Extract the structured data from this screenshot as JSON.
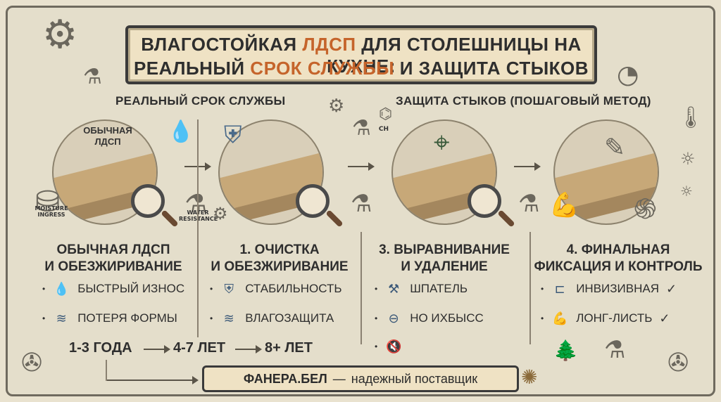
{
  "title": {
    "line1": "ВЛАГОСТОЙКАЯ ЛДСП ДЛЯ СТОЛЕШНИЦЫ НА КУХНЕ:",
    "line1_accent": "ЛДСП",
    "line2_pre": "РЕАЛЬНЫЙ ",
    "line2_accent": "СРОК СЛУЖБЫ",
    "line2_post": " И ЗАЩИТА СТЫКОВ"
  },
  "sections": {
    "left": "РЕАЛЬНЫЙ СРОК СЛУЖБЫ",
    "right": "ЗАЩИТА СТЫКОВ (ПОШАГОВЫЙ МЕТОД)"
  },
  "disc_labels": {
    "regular": "ОБЫЧНАЯ\nЛДСП",
    "moisture": "MOISTURE\nINGRESS",
    "water": "WATER\nRESISTANCE",
    "ch": "CH"
  },
  "columns": [
    {
      "title_1": "ОБЫЧНАЯ ЛДСП",
      "title_2": "И ОБЕЗЖИРИВАНИЕ",
      "items": [
        {
          "icon": "drop-icon",
          "glyph": "💧",
          "label": "БЫСТРЫЙ ИЗНОС"
        },
        {
          "icon": "wet-layer-icon",
          "glyph": "≋",
          "label": "ПОТЕРЯ ФОРМЫ"
        }
      ]
    },
    {
      "title_1": "1. ОЧИСТКА",
      "title_2": "И ОБЕЗЖИРИВАНИЕ",
      "items": [
        {
          "icon": "shield-icon",
          "glyph": "⛨",
          "label": "СТАБИЛЬНОСТЬ"
        },
        {
          "icon": "layers-icon",
          "glyph": "≋",
          "label": "ВЛАГОЗАЩИТА"
        }
      ]
    },
    {
      "title_1": "3. ВЫРАВНИВАНИЕ",
      "title_2": "И УДАЛЕНИЕ",
      "items": [
        {
          "icon": "spatula-icon",
          "glyph": "⚒",
          "label": "ШПАТЕЛЬ"
        },
        {
          "icon": "circle-cut-icon",
          "glyph": "⊖",
          "label": "НО ИХБЫСС"
        },
        {
          "icon": "mute-icon",
          "glyph": "🔇",
          "label": ""
        }
      ]
    },
    {
      "title_1": "4. ФИНАЛЬНАЯ",
      "title_2": "ФИКСАЦИЯ И КОНТРОЛЬ",
      "items": [
        {
          "icon": "clamp-icon",
          "glyph": "⊏",
          "label": "ИНВИЗИВНАЯ",
          "check": "✓"
        },
        {
          "icon": "muscle-icon",
          "glyph": "💪",
          "label": "ЛОНГ-ЛИСТЬ",
          "check": "✓"
        }
      ]
    }
  ],
  "timeline": {
    "t1": "1-3 ГОДА",
    "t2": "4-7 ЛЕТ",
    "t3": "8+ ЛЕТ"
  },
  "footer": {
    "brand": "ФАНЕРА.БЕЛ",
    "dash": "—",
    "tagline": "надежный поставщик"
  },
  "colors": {
    "accent": "#c5642b",
    "background": "#e9e2cf",
    "panel": "#efe2c4"
  }
}
